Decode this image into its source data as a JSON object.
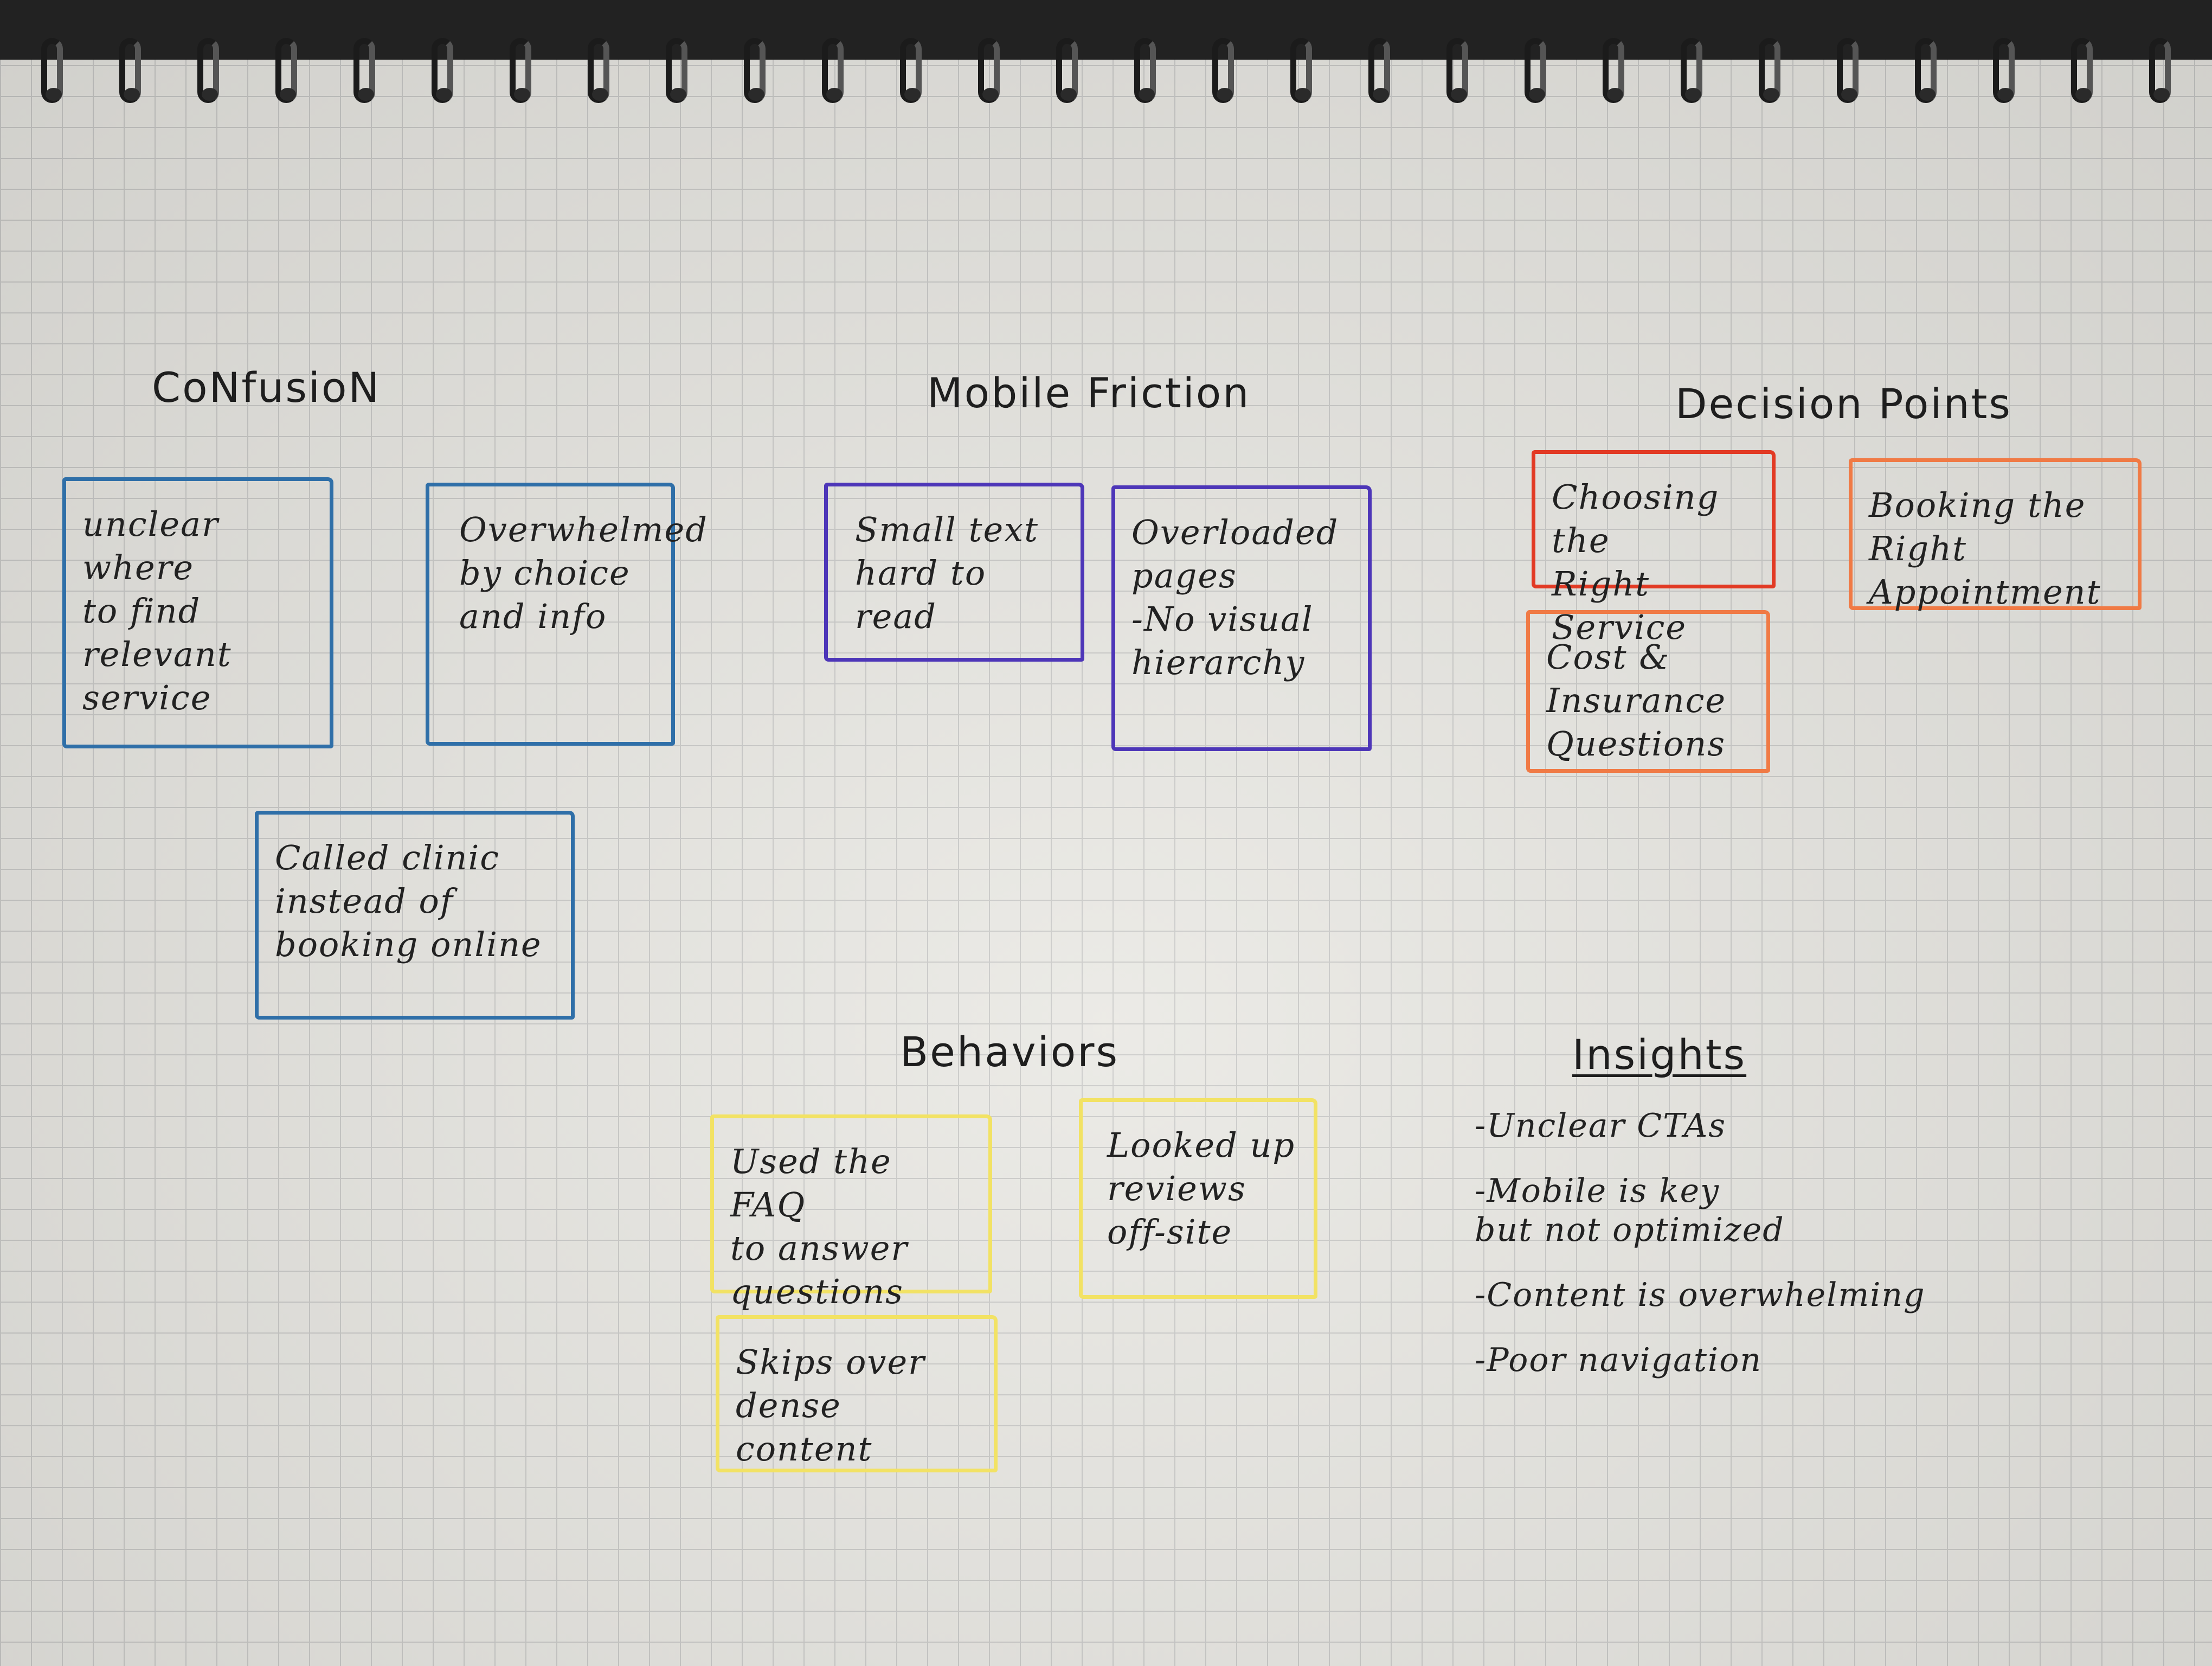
{
  "colors": {
    "paper": "#e9e8e3",
    "grid": "#c9c9c7",
    "ink": "#1e1e1e",
    "blue_marker": "#2f6fa8",
    "purple_marker": "#4d36b8",
    "red_marker": "#e23a24",
    "orange_marker": "#f07a45",
    "yellow_marker": "#f2e264"
  },
  "groups": {
    "confusion": {
      "title": "CoNfusioN",
      "notes": [
        "unclear where\nto find\nrelevant\nservice",
        "Overwhelmed\nby choice\nand info",
        "Called clinic\ninstead of\nbooking online"
      ]
    },
    "mobile_friction": {
      "title": "Mobile Friction",
      "notes": [
        "Small text\nhard to read",
        "Overloaded\npages\n-No visual\nhierarchy"
      ]
    },
    "decision_points": {
      "title": "Decision Points",
      "notes": [
        "Choosing the\nRight Service",
        "Booking the\nRight Appointment",
        "Cost &\nInsurance\nQuestions"
      ]
    },
    "behaviors": {
      "title": "Behaviors",
      "notes": [
        "Used the FAQ\nto answer\nquestions",
        "Looked up\nreviews\noff-site",
        "Skips over\ndense content"
      ]
    },
    "insights": {
      "title": "Insights",
      "items": [
        "-Unclear CTAs",
        "-Mobile is key\n but not optimized",
        "-Content is overwhelming",
        "-Poor navigation"
      ]
    }
  }
}
